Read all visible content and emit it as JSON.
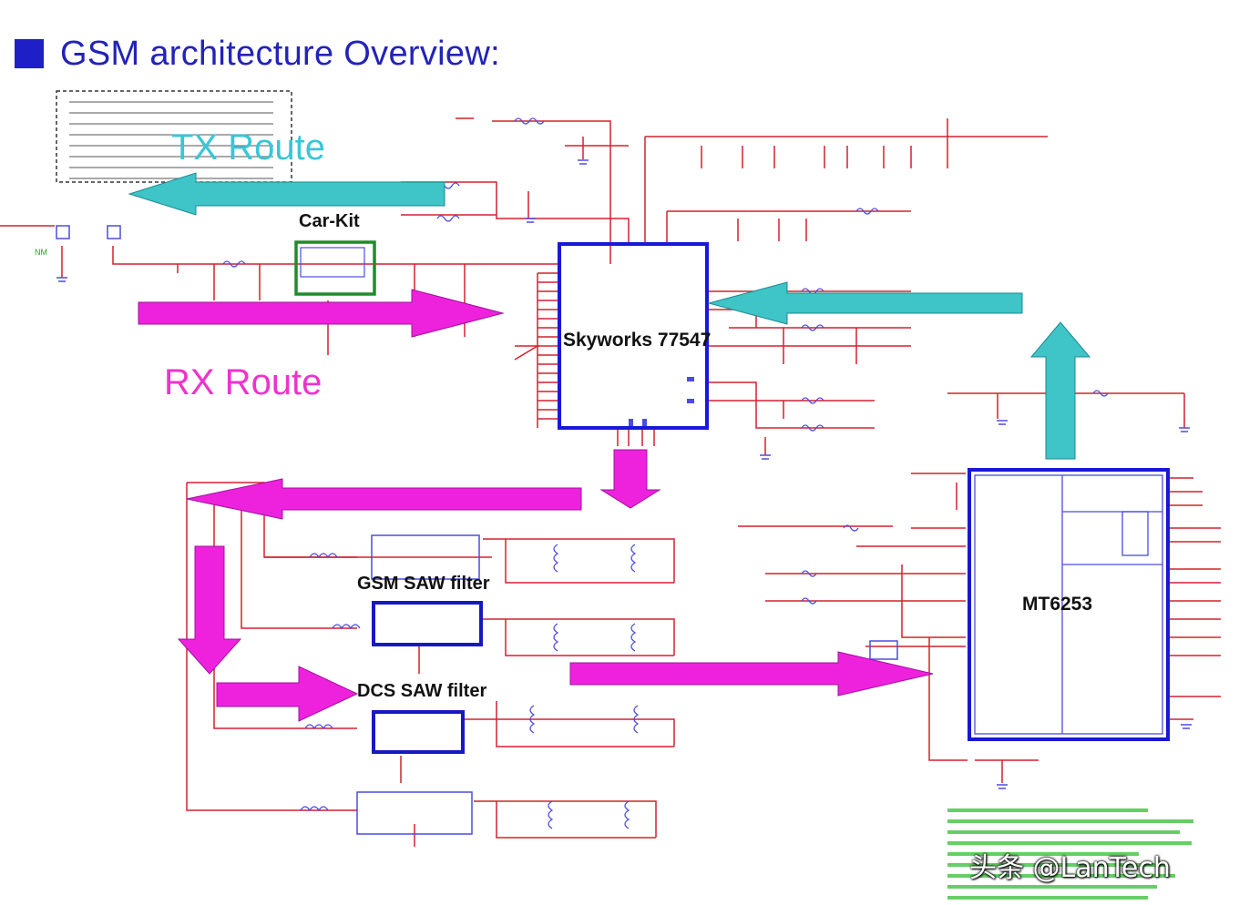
{
  "header": {
    "title": "GSM architecture Overview:"
  },
  "routes": {
    "tx": "TX Route",
    "rx": "RX Route"
  },
  "blocks": {
    "car_kit": "Car-Kit",
    "transceiver": "Skyworks 77547",
    "baseband": "MT6253",
    "gsm_saw": "GSM SAW filter",
    "dcs_saw": "DCS SAW filter"
  },
  "watermark": "头条 @LanTech",
  "colors": {
    "title": "#2323b8",
    "tx_arrow": "#3fc4c8",
    "rx_arrow": "#ee22dd",
    "chip_border": "#1818d8",
    "car_kit_border": "#1e8c2a",
    "wire": "#d4202e",
    "component": "#4c4ce0",
    "dashed_box": "#333333",
    "power_text": "#22bb22"
  }
}
